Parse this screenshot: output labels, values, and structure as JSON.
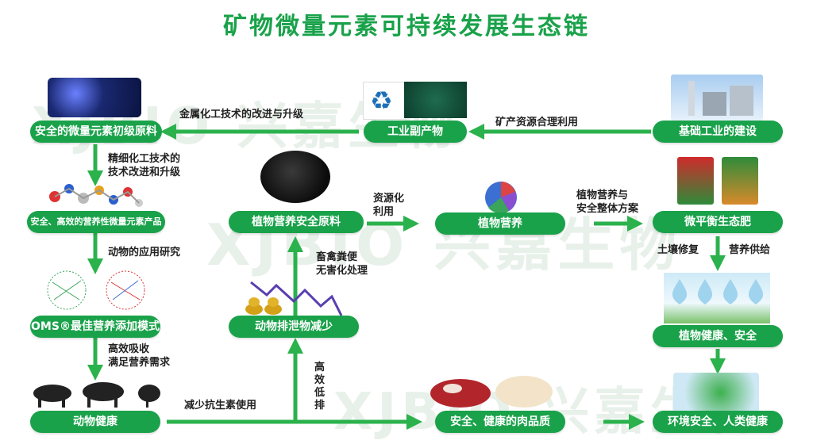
{
  "title": "矿物微量元素可持续发展生态链",
  "watermarks": [
    "XJBIO 兴嘉生物",
    "XJBIO 兴嘉生物",
    "XJBIO 兴嘉生物"
  ],
  "nodes": {
    "basic_raw": "安全的微量元素初级原料",
    "industrial_byproduct": "工业副产物",
    "basic_industry": "基础工业的建设",
    "nutritional_product": "安全、高效的营养性微量元素产品",
    "plant_safe_raw": "植物营养安全原料",
    "plant_nutrition": "植物营养",
    "micro_balance_fertilizer": "微平衡生态肥",
    "oms_model": "OMS®最佳营养添加模式",
    "excretion_reduce": "动物排泄物减少",
    "plant_health": "植物健康、安全",
    "animal_health": "动物健康",
    "meat_quality": "安全、健康的肉品质",
    "env_health": "环境安全、人类健康"
  },
  "edges": {
    "metal_chem": "金属化工技术的改进与升级",
    "mineral_use": "矿产资源合理利用",
    "fine_chem": [
      "精细化工技术的",
      "技术改进和升级"
    ],
    "animal_app": "动物的应用研究",
    "resourcing": [
      "资源化",
      "利用"
    ],
    "plant_scheme": [
      "植物营养与",
      "安全整体方案"
    ],
    "soil_repair": "土壤修复",
    "nutrient_supply": "营养供给",
    "manure_harmless": [
      "畜禽粪便",
      "无害化处理"
    ],
    "high_absorption": [
      "高效吸收",
      "满足营养需求"
    ],
    "reduce_antibiotic": "减少抗生素使用",
    "high_eff_low": [
      "高",
      "效",
      "低",
      "排"
    ]
  },
  "colors": {
    "green": "#1aa24a",
    "arrow": "#2bb24c"
  }
}
